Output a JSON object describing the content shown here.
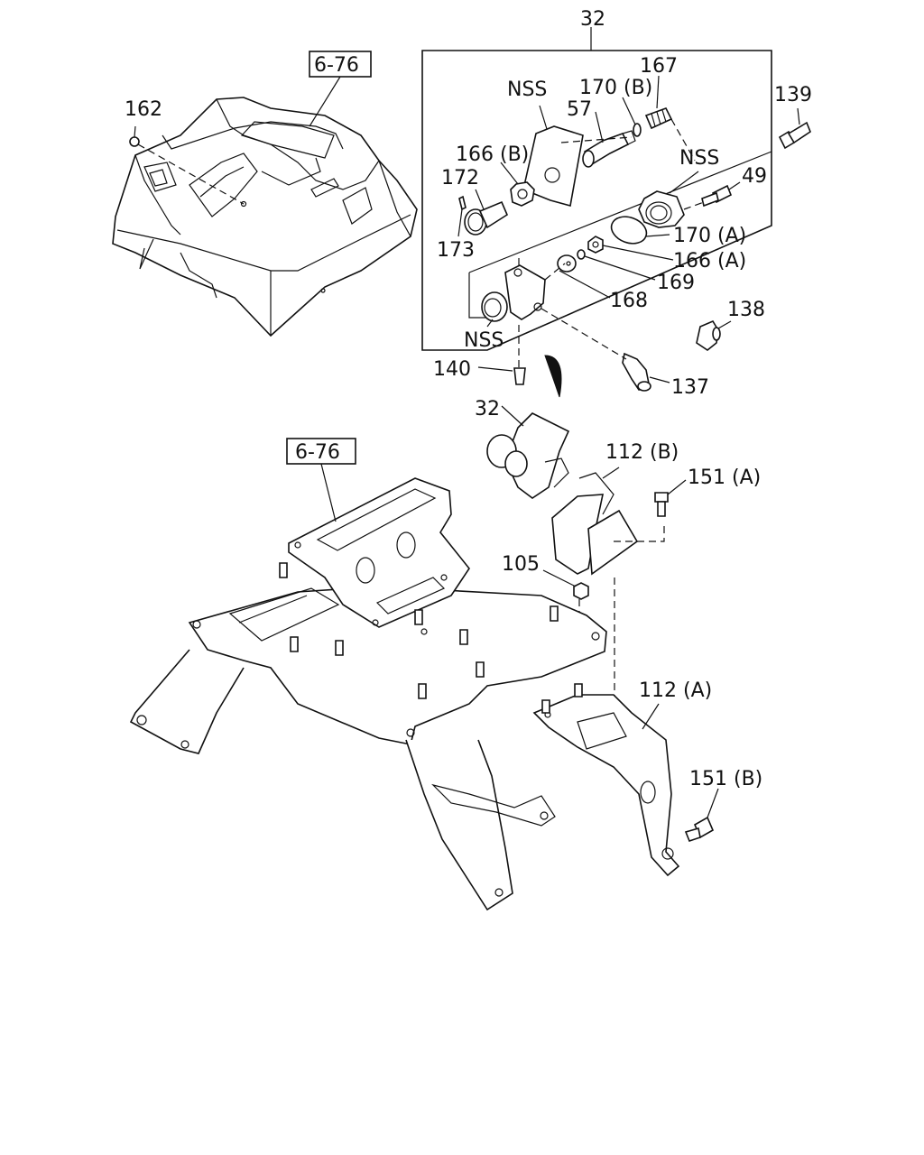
{
  "colors": {
    "line": "#111111",
    "background": "#ffffff",
    "shade": "#e6e6e6"
  },
  "refs": {
    "ref_top": "6-76",
    "ref_bottom": "6-76"
  },
  "labels": {
    "p32_box": "32",
    "p162": "162",
    "p167": "167",
    "p170b": "170 (B)",
    "p57": "57",
    "nss_plate": "NSS",
    "p166b": "166 (B)",
    "p172": "172",
    "p173": "173",
    "nss_flange": "NSS",
    "p49": "49",
    "p139": "139",
    "p170a": "170 (A)",
    "p166a": "166 (A)",
    "p169": "169",
    "p168": "168",
    "nss_body": "NSS",
    "p138": "138",
    "p140": "140",
    "p137": "137",
    "p32_assy": "32",
    "p112b": "112 (B)",
    "p151a": "151 (A)",
    "p105": "105",
    "p112a": "112 (A)",
    "p151b": "151 (B)"
  }
}
